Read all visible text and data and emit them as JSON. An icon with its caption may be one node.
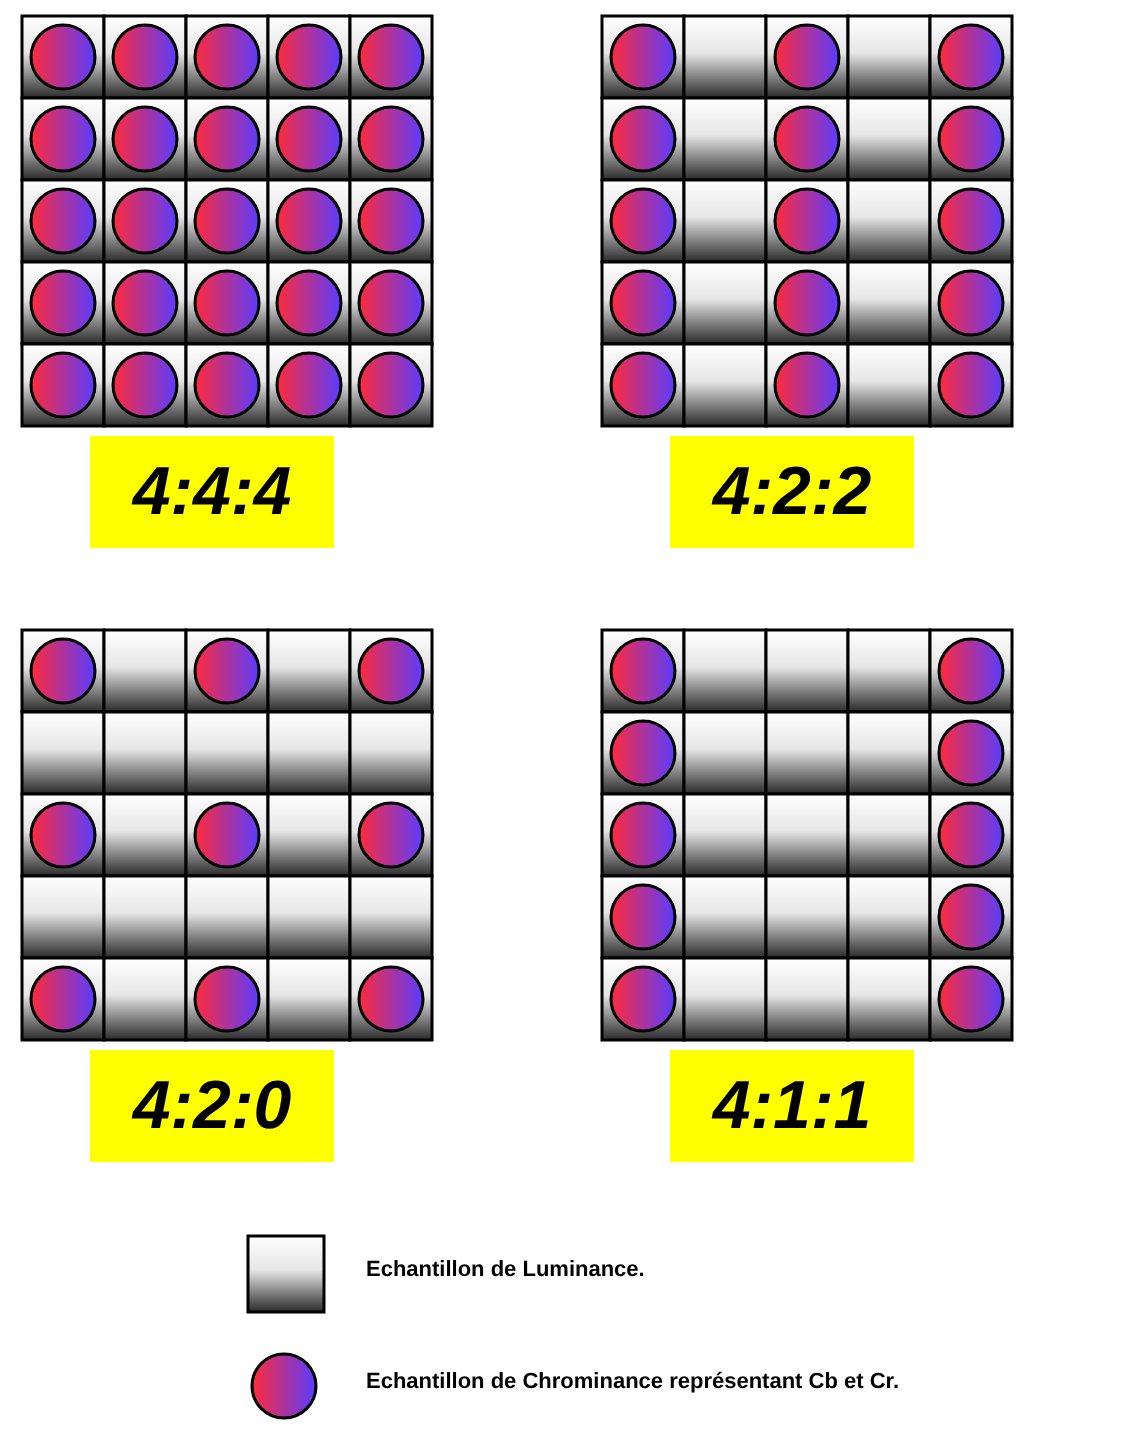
{
  "diagram": {
    "labels": [
      "4:4:4",
      "4:2:2",
      "4:2:0",
      "4:1:1"
    ],
    "legend": [
      {
        "text": "Echantillon de Luminance."
      },
      {
        "text": "Echantillon de Chrominance représentant Cb **et** Cr."
      }
    ]
  }
}
